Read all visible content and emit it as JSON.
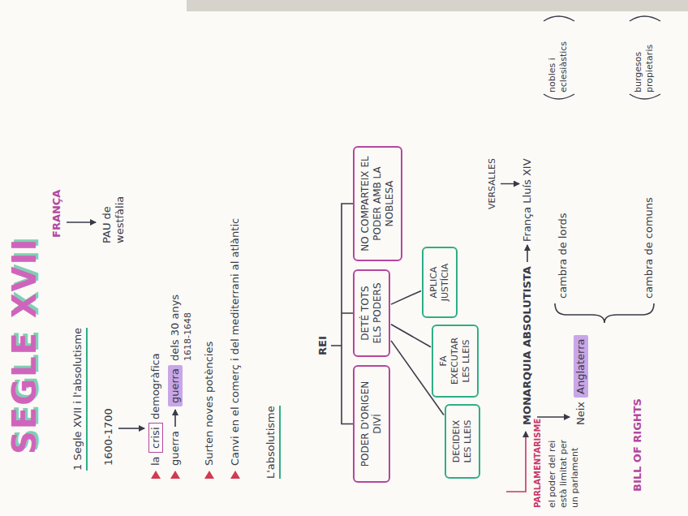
{
  "diagram": {
    "title": "SEGLE XVII",
    "nodes": [
      {
        "text": [
          "crisi"
        ]
      },
      {
        "text": [
          "guerra"
        ]
      },
      {
        "text": [
          "PODER D'ORIGEN DIVÍ"
        ]
      },
      {
        "text": [
          "DETÉ TOTS ELS PODERS"
        ]
      },
      {
        "text": [
          "NO COMPARTEIX EL PODER AMB LA NOBLESA"
        ]
      },
      {
        "text": [
          "DECIDEIX LES LLEIS"
        ]
      },
      {
        "text": [
          "FA EXECUTAR LES LLEIS"
        ]
      },
      {
        "text": [
          "APLICA JUSTÍCIA"
        ]
      },
      {
        "text": [
          "Anglaterra"
        ]
      }
    ],
    "edges": [
      {
        "from": 3,
        "to": 5,
        "arrow": "none"
      },
      {
        "from": 3,
        "to": 6,
        "arrow": "none"
      },
      {
        "from": 3,
        "to": 7,
        "arrow": "none"
      }
    ],
    "labels": [
      "FRANÇA",
      "PAU de westfàlia",
      "1 Segle XVII i l'absolutisme",
      "1600-1700",
      "la",
      "demogràfica",
      "guerra",
      "dels 30 anys",
      "1618-1648",
      "Surten noves potències",
      "Canvi en el comerç i del mediterrani al atlàntic",
      "L'absolutisme",
      "REI",
      "VERSALLES",
      "MONARQUIA ABSOLUTISTA",
      "França Lluís XIV",
      "PARLAMENTARISME",
      "el poder del rei està limitat per un parlament",
      "Neix",
      "cambra de lords",
      "nobles i eclesiàstics",
      "cambra de comuns",
      "burgesos propietaris",
      "BILL OF RIGHTS"
    ]
  }
}
